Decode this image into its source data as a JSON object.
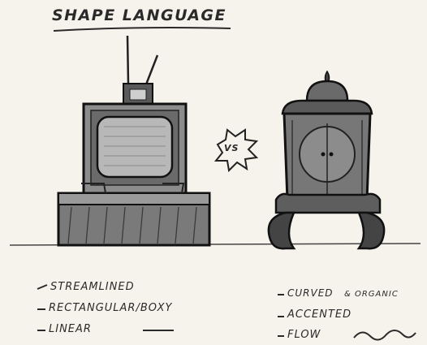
{
  "title": "SHAPE LANGUAGE",
  "versus": "VS",
  "left_notes": [
    "STREAMLINED",
    "RECTANGULAR/BOXY",
    "LINEAR"
  ],
  "right_notes": [
    "CURVED",
    "& ORGANIC",
    "ACCENTED",
    "FLOW"
  ],
  "colors": {
    "paper": "#f6f3ec",
    "pencil": "#2a2a2a",
    "shade": "#6f6f6f"
  }
}
